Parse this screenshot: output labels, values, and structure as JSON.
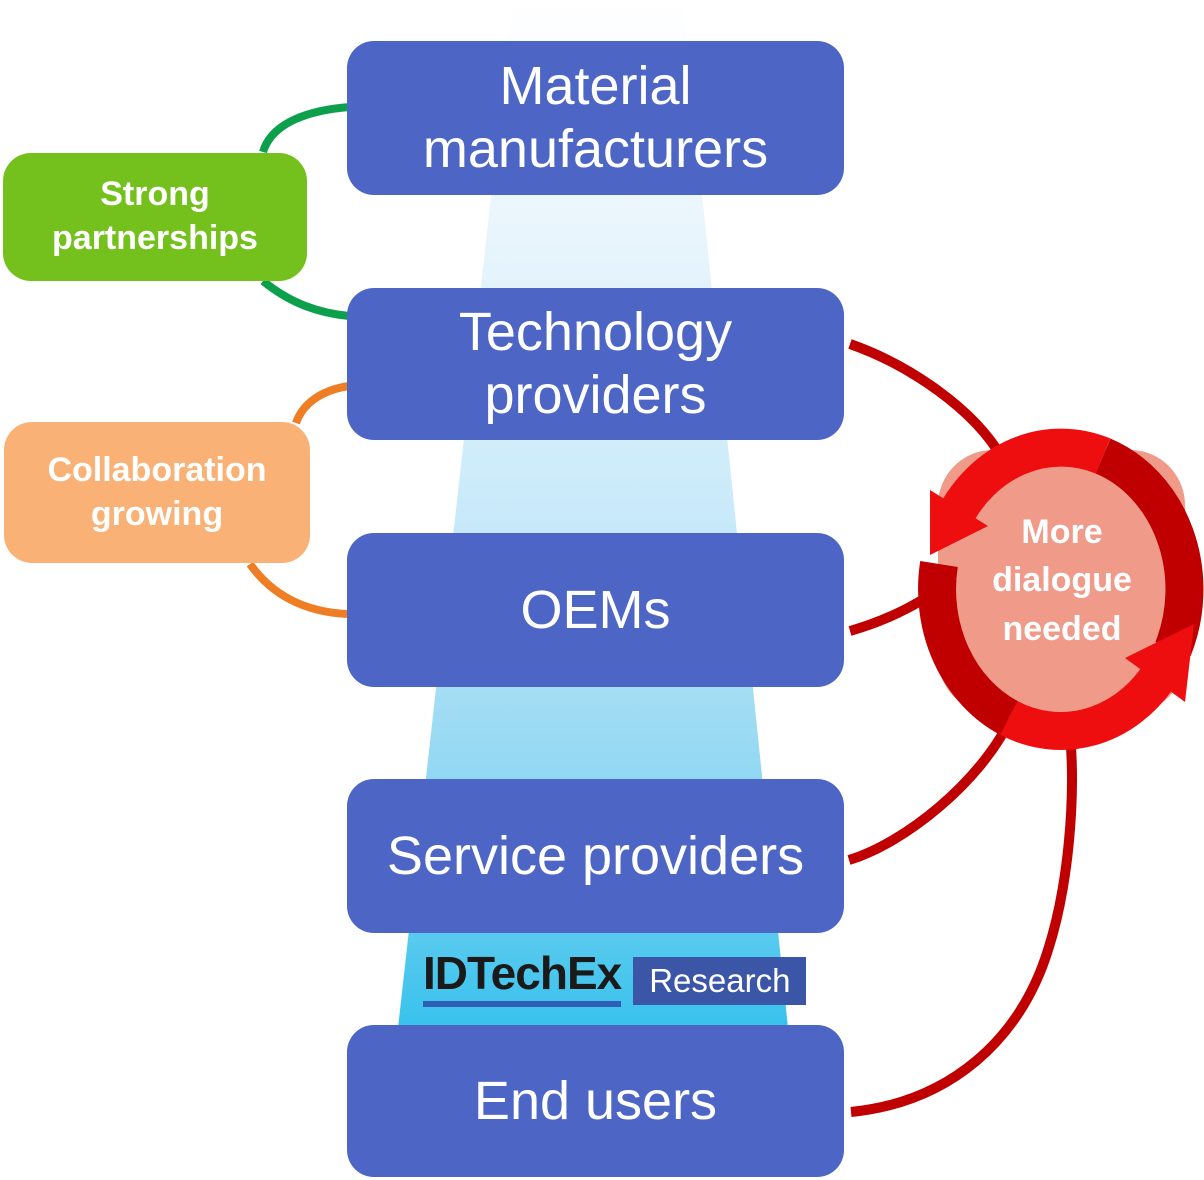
{
  "page": {
    "background": "#FFFFFF"
  },
  "funnel": {
    "description": "light-blue funnel widening downward behind the value chain",
    "stops": [
      "#FFFFFF",
      "#E6F4FC",
      "#C9EAFA",
      "#93D8F2",
      "#55C9EF",
      "#38C2EC"
    ]
  },
  "chain": {
    "box_color": "#4D66C6",
    "text_color": "#FFFFFF",
    "items": [
      {
        "label": "Material manufacturers"
      },
      {
        "label": "Technology providers"
      },
      {
        "label": "OEMs"
      },
      {
        "label": "Service providers"
      },
      {
        "label": "End users"
      }
    ]
  },
  "annotations": {
    "strong_partnerships": {
      "label": "Strong partnerships",
      "bg": "#74C11E",
      "connector_color": "#0CA04C",
      "links": [
        "Material manufacturers",
        "Technology providers"
      ]
    },
    "collaboration_growing": {
      "label": "Collaboration growing",
      "bg": "#F9B176",
      "connector_color": "#EE7D23",
      "links": [
        "Technology providers",
        "OEMs"
      ]
    },
    "more_dialogue": {
      "label": "More dialogue needed",
      "bg": "#F09A8A",
      "arrow_bright": "#EE0E10",
      "arrow_dark": "#C00000",
      "connector_color": "#C00000",
      "links": [
        "Technology providers",
        "OEMs",
        "Service providers",
        "End users"
      ]
    }
  },
  "logo": {
    "brand": "IDTechEx",
    "suffix": "Research",
    "brand_color": "#1A1A1A",
    "underline_color": "#2F5FB5",
    "suffix_bg": "#3B56A6",
    "suffix_text_color": "#FFFFFF"
  }
}
